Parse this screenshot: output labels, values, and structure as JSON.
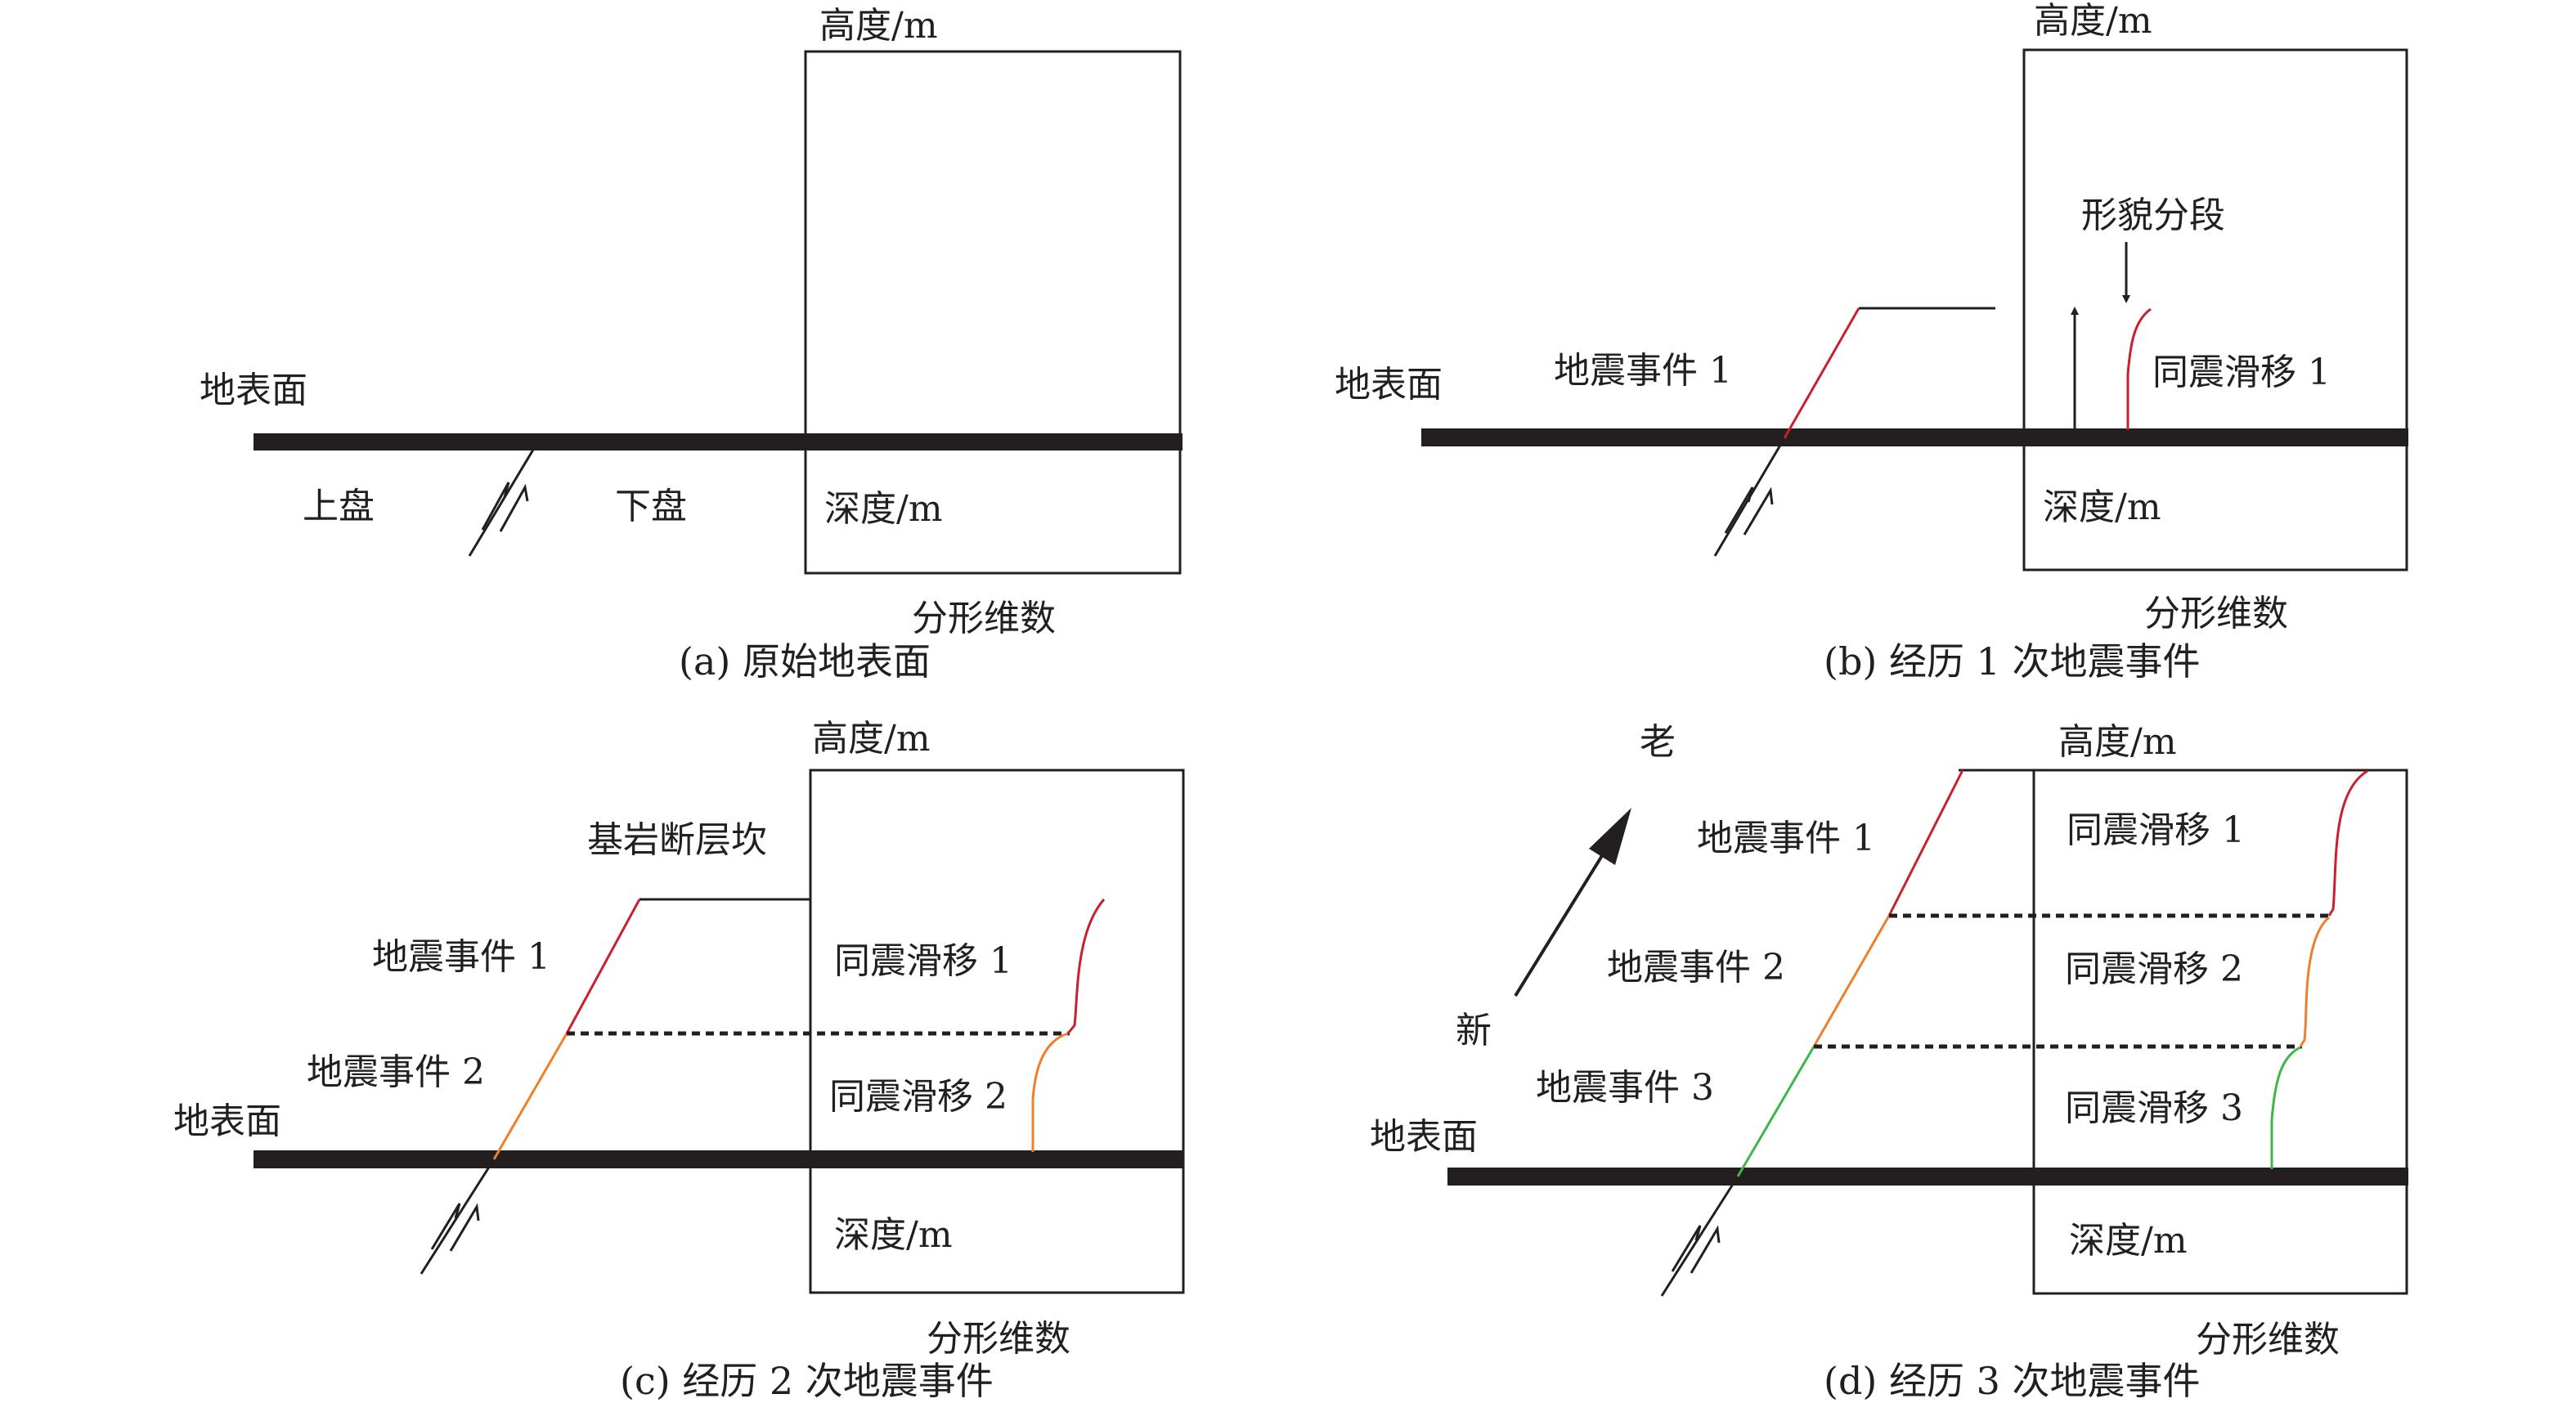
{
  "colors": {
    "ink": "#231f20",
    "event1": "#c8202f",
    "event2": "#ee7f2d",
    "event3": "#3fb54a"
  },
  "panels": {
    "a": {
      "caption": "(a) 原始地表面",
      "height_axis": "高度/m",
      "depth_axis": "深度/m",
      "fractal_axis": "分形维数",
      "ground_label": "地表面",
      "hanging_wall": "上盘",
      "footwall": "下盘"
    },
    "b": {
      "caption": "(b) 经历 1 次地震事件",
      "height_axis": "高度/m",
      "depth_axis": "深度/m",
      "fractal_axis": "分形维数",
      "ground_label": "地表面",
      "event1": "地震事件 1",
      "slip1": "同震滑移 1",
      "segmentation": "形貌分段"
    },
    "c": {
      "caption": "(c) 经历 2 次地震事件",
      "height_axis": "高度/m",
      "depth_axis": "深度/m",
      "fractal_axis": "分形维数",
      "ground_label": "地表面",
      "event1": "地震事件 1",
      "event2": "地震事件 2",
      "slip1": "同震滑移 1",
      "slip2": "同震滑移 2",
      "scarp": "基岩断层坎"
    },
    "d": {
      "caption": "(d) 经历 3 次地震事件",
      "height_axis": "高度/m",
      "depth_axis": "深度/m",
      "fractal_axis": "分形维数",
      "ground_label": "地表面",
      "event1": "地震事件 1",
      "event2": "地震事件 2",
      "event3": "地震事件 3",
      "slip1": "同震滑移 1",
      "slip2": "同震滑移 2",
      "slip3": "同震滑移 3",
      "old": "老",
      "new": "新"
    }
  }
}
